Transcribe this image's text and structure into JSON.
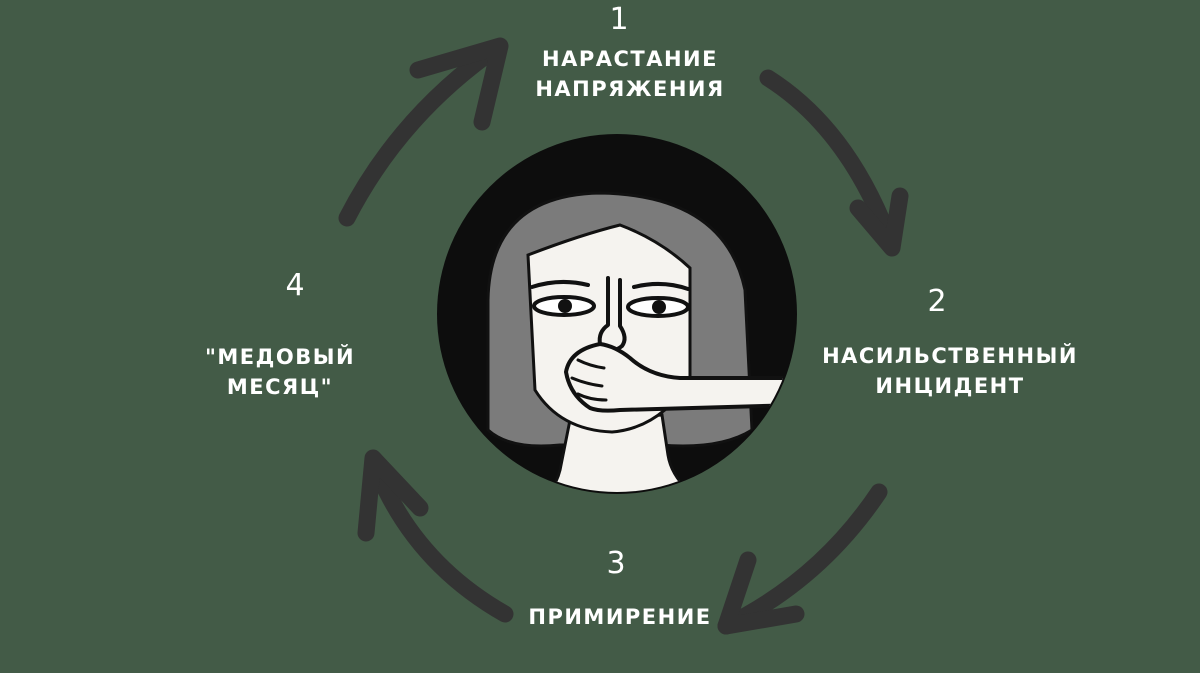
{
  "colors": {
    "background": "#435b47",
    "arrow": "#333333",
    "text": "#ffffff",
    "circle": "#0d0d0d",
    "hair": "#7b7b7b",
    "skin": "#f5f3ef",
    "outline": "#111111"
  },
  "stages": [
    {
      "number": "1",
      "lines": [
        "Нарастание",
        "напряжения"
      ]
    },
    {
      "number": "2",
      "lines": [
        "насильственный",
        "инцидент"
      ]
    },
    {
      "number": "3",
      "lines": [
        "примирение"
      ]
    },
    {
      "number": "4",
      "lines": [
        "\"медовый",
        "месяц\""
      ]
    }
  ],
  "icons": {
    "center": "woman-silenced-icon",
    "arrows": "curved-arrow-icon"
  }
}
